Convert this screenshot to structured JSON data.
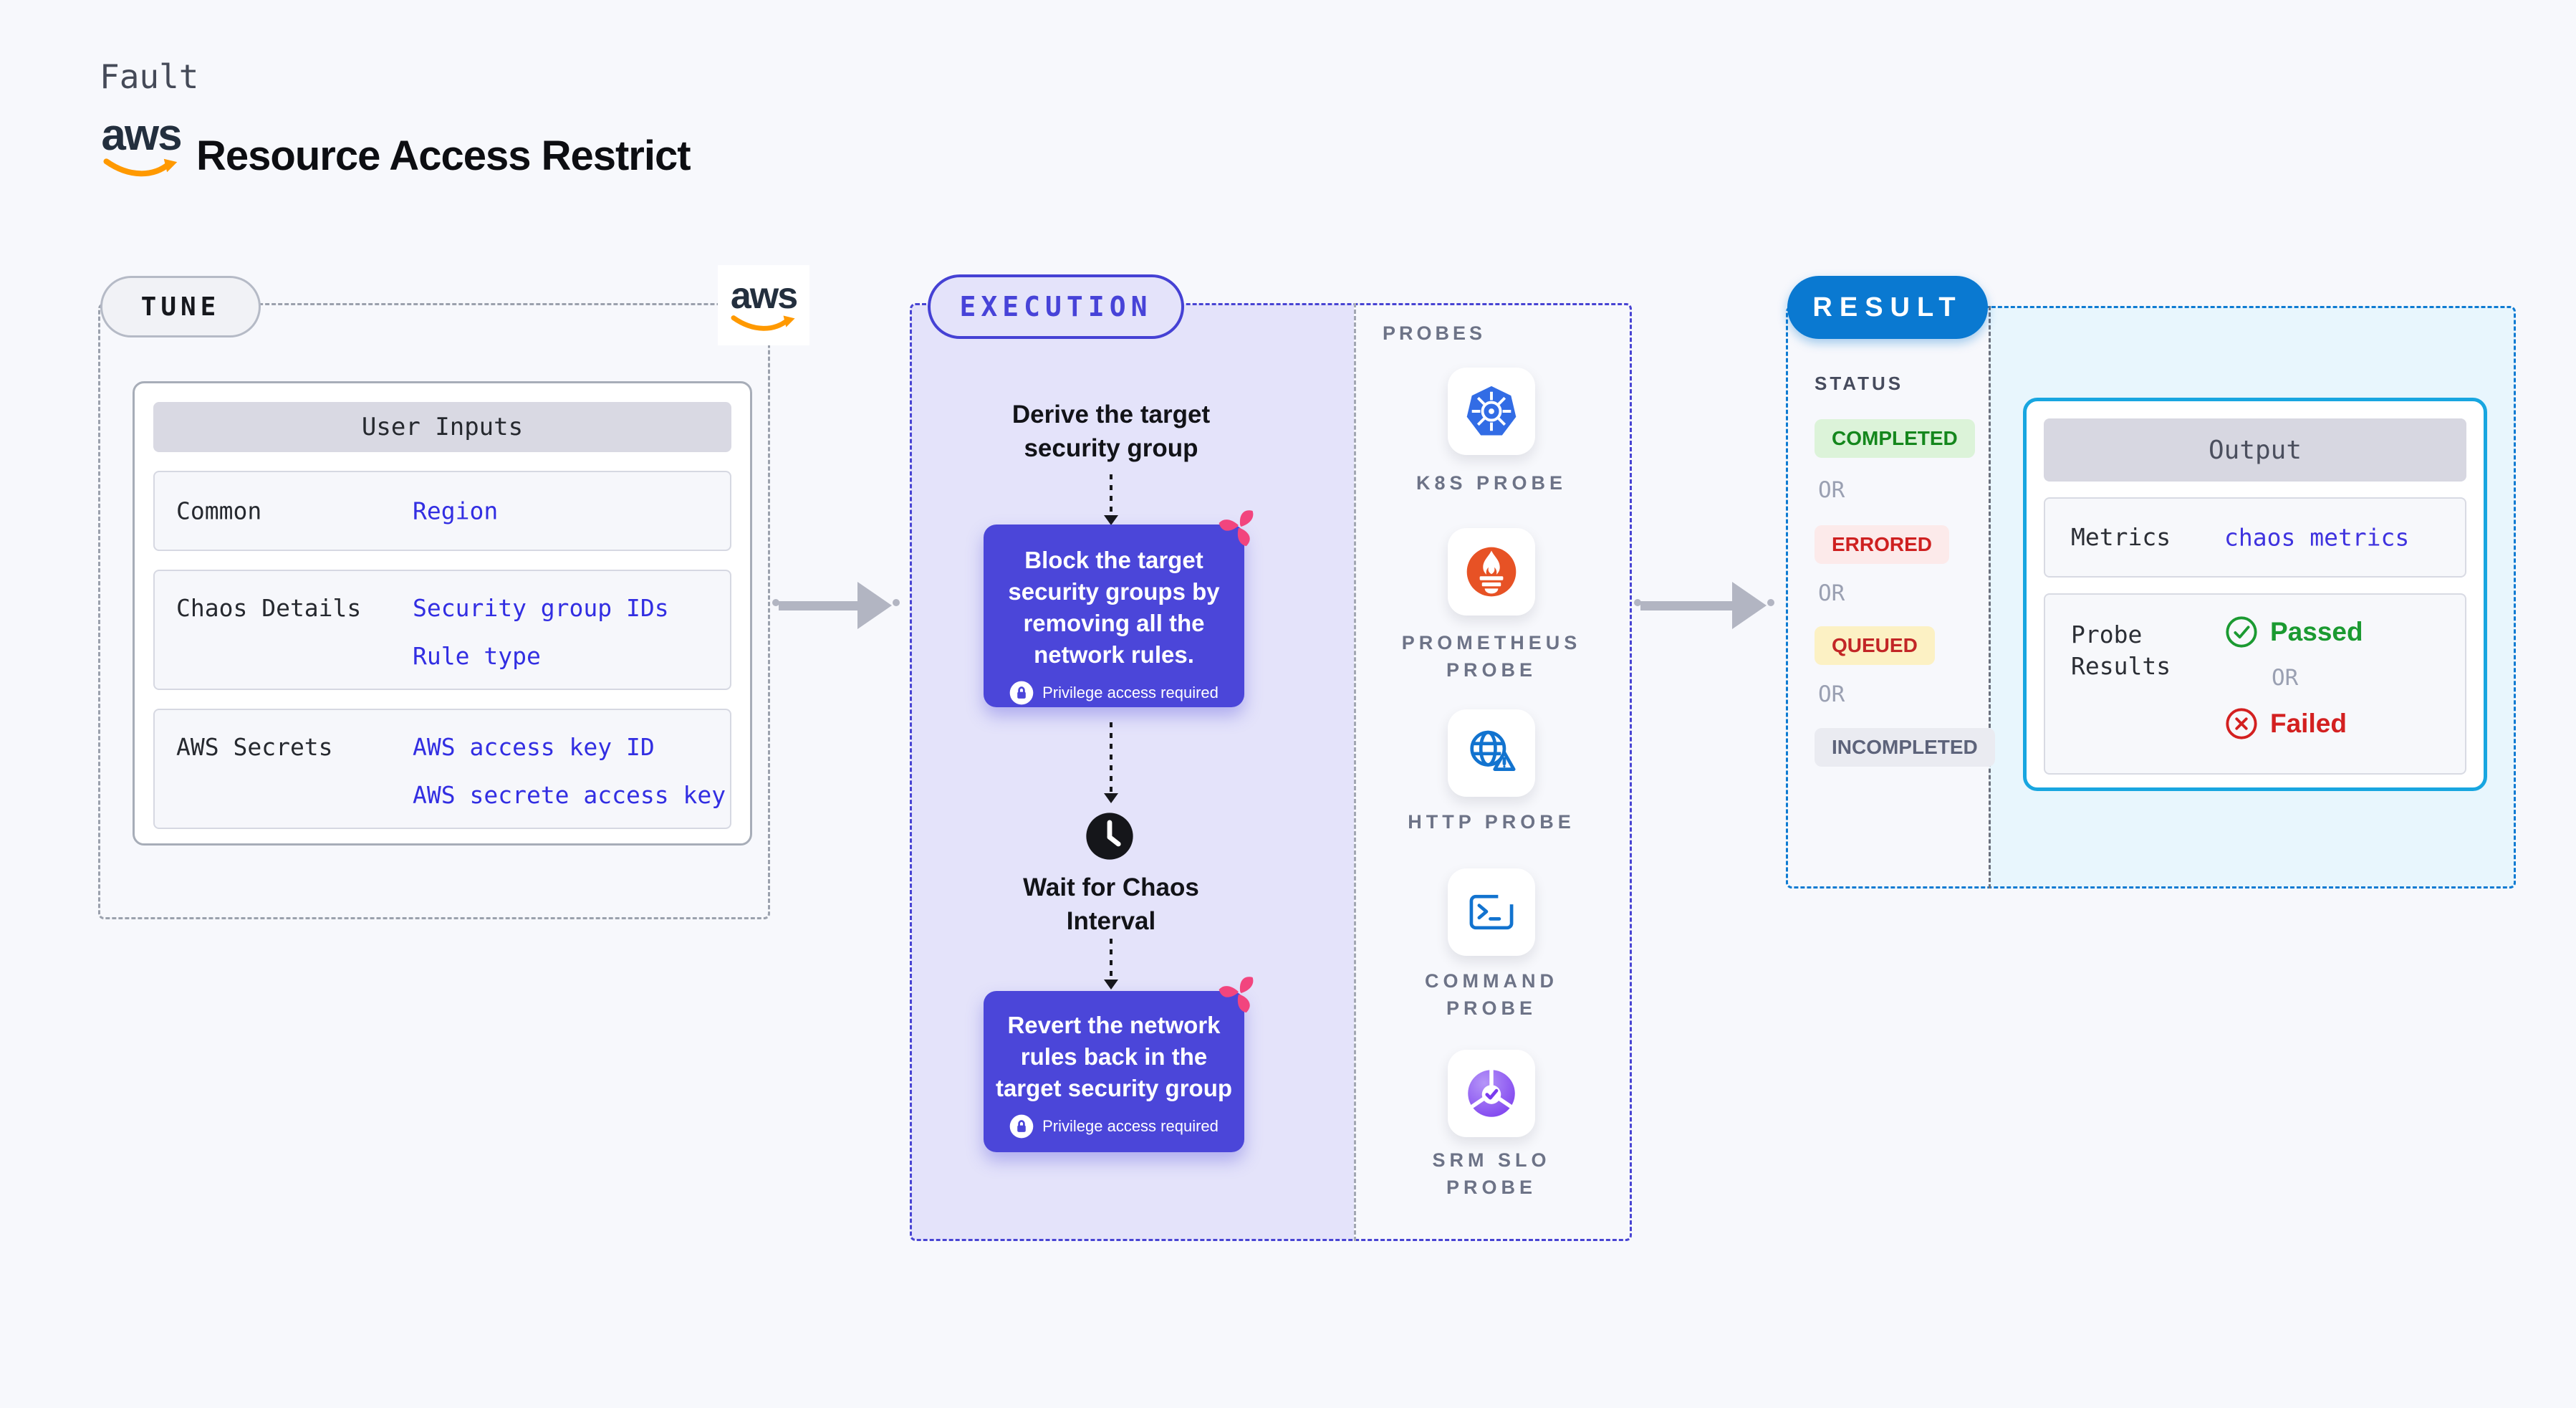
{
  "header": {
    "fault_label": "Fault",
    "title": "Resource Access Restrict",
    "aws_logo_text": "aws"
  },
  "tune": {
    "badge": "TUNE",
    "table_header": "User Inputs",
    "rows": [
      {
        "label": "Common",
        "values": [
          "Region"
        ]
      },
      {
        "label": "Chaos Details",
        "values": [
          "Security group IDs",
          "Rule type"
        ]
      },
      {
        "label": "AWS Secrets",
        "values": [
          "AWS access key ID",
          "AWS secrete access key"
        ]
      }
    ]
  },
  "execution": {
    "badge": "EXECUTION",
    "derive_step": "Derive the target\nsecurity group",
    "block_step": "Block the target\nsecurity groups by\nremoving all the\nnetwork rules.",
    "privilege_note": "Privilege access required",
    "wait_step": "Wait for Chaos\nInterval",
    "revert_step": "Revert the network\nrules back in the\ntarget security group",
    "probes_label": "PROBES",
    "probes": [
      {
        "icon": "kubernetes-icon",
        "label": "K8S PROBE"
      },
      {
        "icon": "prometheus-icon",
        "label": "PROMETHEUS\nPROBE"
      },
      {
        "icon": "http-globe-icon",
        "label": "HTTP PROBE"
      },
      {
        "icon": "terminal-icon",
        "label": "COMMAND\nPROBE"
      },
      {
        "icon": "srm-slo-icon",
        "label": "SRM SLO\nPROBE"
      }
    ]
  },
  "result": {
    "badge": "RESULT",
    "status_label": "STATUS",
    "or_label": "OR",
    "statuses": [
      {
        "label": "COMPLETED",
        "text_color": "#15871d",
        "bg_color": "#dcf3d9"
      },
      {
        "label": "ERRORED",
        "text_color": "#ce2020",
        "bg_color": "#fceaea"
      },
      {
        "label": "QUEUED",
        "text_color": "#c22626",
        "bg_color": "#fcf1c4"
      },
      {
        "label": "INCOMPLETED",
        "text_color": "#5d637a",
        "bg_color": "#eaebf1"
      }
    ],
    "output": {
      "title": "Output",
      "metrics_label": "Metrics",
      "metrics_value": "chaos metrics",
      "probe_results_label": "Probe\nResults",
      "passed_label": "Passed",
      "failed_label": "Failed"
    }
  },
  "colors": {
    "page_bg": "#f7f8fc",
    "chaos_indigo": "#4b46d9",
    "execution_lavender": "#e4e3fa",
    "execution_border": "#4844d3",
    "result_badge_blue": "#0a79d1",
    "result_fill": "#e8f6fd",
    "output_border": "#18a6e0",
    "value_blue": "#322ee2",
    "passed_green": "#1b9a31",
    "failed_red": "#d32020",
    "aws_orange": "#ff9900",
    "chaos_pink": "#f2457e"
  }
}
